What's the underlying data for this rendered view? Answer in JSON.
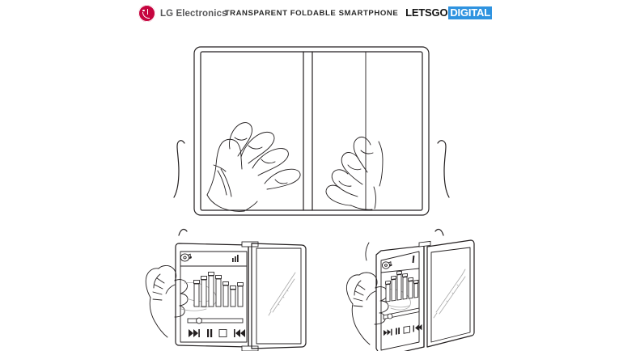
{
  "header": {
    "lg_brand": "LG Electronics",
    "title": "TRANSPARENT FOLDABLE SMARTPHONE",
    "lgd_part1": "LETSGO",
    "lgd_part2": "DIGITAL",
    "lg_accent_color": "#c6053f",
    "lgd_accent_color": "#2f93e0",
    "lgd_text_color": "#141414"
  },
  "figures": [
    {
      "id": "figure-unfolded-tablet",
      "name": "unfolded-transparent-foldable",
      "description": "Large transparent foldable smartphone held unfolded in two hands, hands visible through the transparent display",
      "fold_lines": 2,
      "hands": 2
    },
    {
      "id": "figure-media-player-flat",
      "name": "partially-folded-device-media-player",
      "description": "Device partially folded, left panel shows music player UI, right panel transparent with stylus visible behind",
      "panels": 2
    },
    {
      "id": "figure-media-player-angled",
      "name": "folded-device-media-player-angled",
      "description": "Device folded at an angle held by a hand, left panel shows music player UI, right panel transparent showing stylus",
      "panels": 2
    }
  ],
  "media_player": {
    "app_icon": "music-disc-note-icon",
    "status_icon": "signal-bars-icon",
    "equalizer": {
      "label": "equalizer",
      "bands": 7,
      "levels": [
        45,
        62,
        78,
        68,
        50,
        40,
        46
      ]
    },
    "progress": {
      "label": "playback-progress",
      "value_percent": 18
    },
    "controls": [
      {
        "name": "next-track-button",
        "glyph": "next"
      },
      {
        "name": "pause-button",
        "glyph": "pause"
      },
      {
        "name": "stop-button",
        "glyph": "stop"
      },
      {
        "name": "previous-track-button",
        "glyph": "previous"
      }
    ]
  },
  "colors": {
    "line": "#231f20",
    "line_light": "#8b8b8b",
    "background": "#ffffff"
  }
}
